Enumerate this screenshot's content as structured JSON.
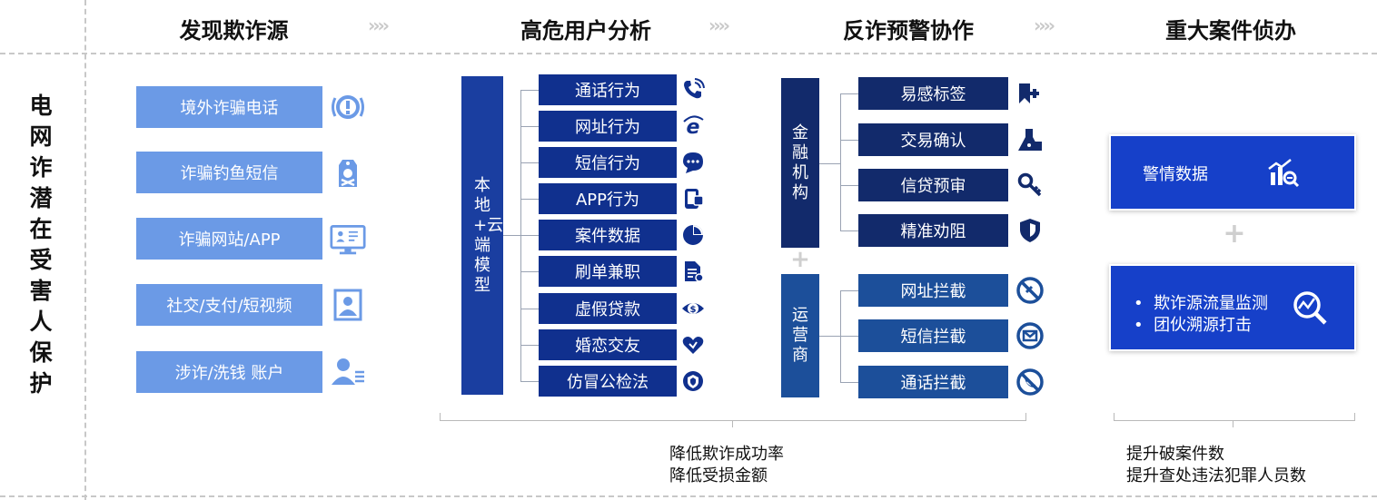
{
  "headers": {
    "discover": "发现欺诈源",
    "analyze": "高危用户分析",
    "warn": "反诈预警协作",
    "handle": "重大案件侦办"
  },
  "side_title": "电网诈潜在受害人保护",
  "sources": [
    {
      "label": "境外诈骗电话",
      "icon": "alarm-icon"
    },
    {
      "label": "诈骗钓鱼短信",
      "icon": "skull-tag-icon"
    },
    {
      "label": "诈骗网站/APP",
      "icon": "monitor-doctor-icon"
    },
    {
      "label": "社交/支付/短视频",
      "icon": "profile-icon"
    },
    {
      "label": "涉诈/洗钱 账户",
      "icon": "user-list-icon"
    }
  ],
  "model_label": "本地+云端模型",
  "behaviors": [
    {
      "label": "通话行为",
      "icon": "phone-icon"
    },
    {
      "label": "网址行为",
      "icon": "browser-e-icon"
    },
    {
      "label": "短信行为",
      "icon": "message-icon"
    },
    {
      "label": "APP行为",
      "icon": "app-icon"
    },
    {
      "label": "案件数据",
      "icon": "pie-icon"
    },
    {
      "label": "刷单兼职",
      "icon": "document-icon"
    },
    {
      "label": "虚假贷款",
      "icon": "money-eye-icon"
    },
    {
      "label": "婚恋交友",
      "icon": "heart-icon"
    },
    {
      "label": "仿冒公检法",
      "icon": "badge-icon"
    }
  ],
  "finance_label": "金融机构",
  "operator_label": "运营商",
  "plus": "+",
  "finance_items": [
    {
      "label": "易感标签",
      "icon": "tag-plus-icon"
    },
    {
      "label": "交易确认",
      "icon": "transaction-icon"
    },
    {
      "label": "信贷预审",
      "icon": "key-icon"
    },
    {
      "label": "精准劝阻",
      "icon": "shield-icon"
    }
  ],
  "operator_items": [
    {
      "label": "网址拦截",
      "icon": "block-link-icon"
    },
    {
      "label": "短信拦截",
      "icon": "block-mail-icon"
    },
    {
      "label": "通话拦截",
      "icon": "block-call-icon"
    }
  ],
  "case": {
    "alert_data": "警情数据",
    "bullets": [
      "欺诈源流量监测",
      "团伙溯源打击"
    ]
  },
  "notes": {
    "left": [
      "降低欺诈成功率",
      "降低受损金额"
    ],
    "right": [
      "提升破案件数",
      "提升查处违法犯罪人员数"
    ]
  },
  "colors": {
    "source_box": "#6b9ae6",
    "model": "#1a3ea0",
    "behavior_box": "#10308e",
    "finance_box": "#122a6b",
    "operator_box": "#1c4f9a",
    "case_box": "#1640c9"
  }
}
